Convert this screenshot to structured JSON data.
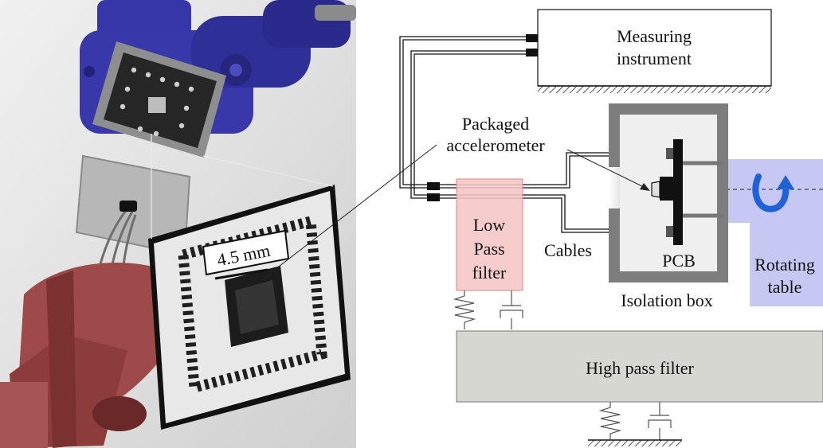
{
  "photo": {
    "scale_bar_label": "4.5 mm"
  },
  "diagram": {
    "measuring_instrument": [
      "Measuring",
      "instrument"
    ],
    "packaged_accelerometer": [
      "Packaged",
      "accelerometer"
    ],
    "low_pass_filter": [
      "Low",
      "Pass",
      "filter"
    ],
    "cables": "Cables",
    "pcb": "PCB",
    "isolation_box": "Isolation box",
    "rotating_table": [
      "Rotating",
      "table"
    ],
    "high_pass_filter": "High pass filter"
  },
  "colors": {
    "robot_arm_blue": "#3636a8",
    "vise_red": "#9e4a4a",
    "low_pass_fill": "#f6c6c6",
    "low_pass_stroke": "#d88a8a",
    "rotating_table_fill": "#c7c7f3",
    "high_pass_fill": "#d7d7d2",
    "isolation_box_fill": "#efefef",
    "isolation_box_wall": "#7d7d7d",
    "rotation_arrow": "#1f62d6"
  }
}
